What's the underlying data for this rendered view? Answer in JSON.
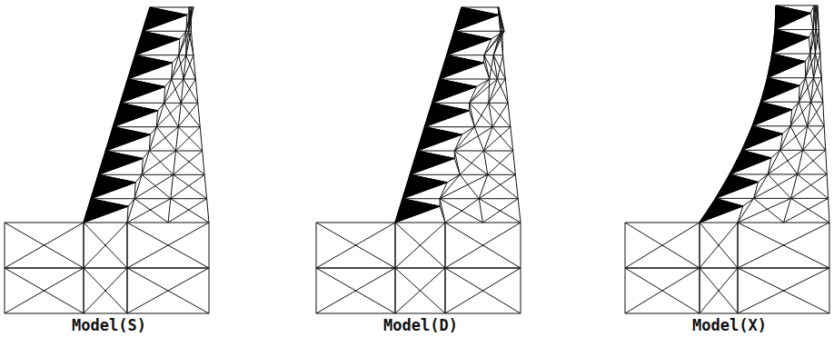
{
  "diagram": {
    "labels": [
      "Model(S)",
      "Model(D)",
      "Model(X)"
    ]
  }
}
